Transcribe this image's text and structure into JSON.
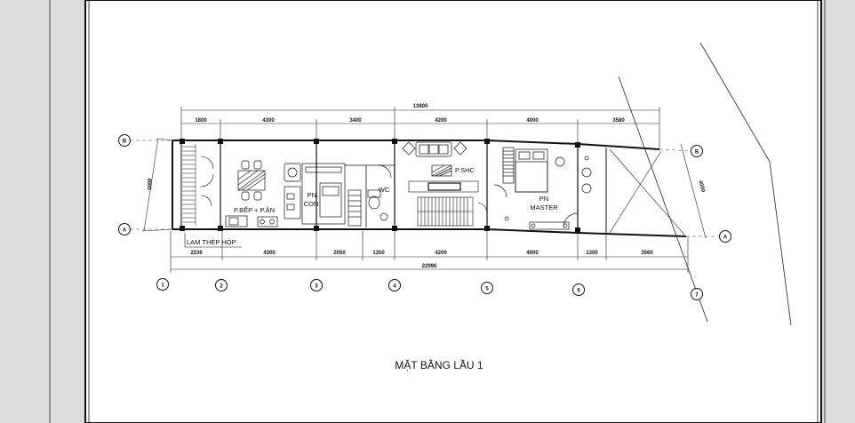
{
  "drawing": {
    "title": "MẶT BẰNG LẦU 1",
    "overall_top": "13800",
    "overall_bottom": "22996",
    "side_dim_left": "4000",
    "side_dim_right": "4000"
  },
  "dims_top": [
    "1800",
    "4300",
    "3400",
    "4200",
    "4000",
    "3580"
  ],
  "dims_bottom": [
    "2236",
    "4300",
    "2050",
    "1350",
    "4200",
    "4000",
    "1300",
    "3560"
  ],
  "rooms": {
    "kitchen": "P.BẾP + P.ĂN",
    "bedroom_child_1": "PN.",
    "bedroom_child_2": "CON",
    "wc": "WC",
    "worship": "P.SHC",
    "master_1": "PN",
    "master_2": "MASTER",
    "note": "LAM THÉP HỘP"
  },
  "grid_axes": {
    "rows": [
      "B",
      "A"
    ],
    "cols": [
      "1",
      "2",
      "3",
      "4",
      "5",
      "6",
      "7"
    ]
  },
  "colors": {
    "sheet_bg": "#dcdcdc",
    "paper": "#ffffff",
    "ink": "#111111"
  }
}
